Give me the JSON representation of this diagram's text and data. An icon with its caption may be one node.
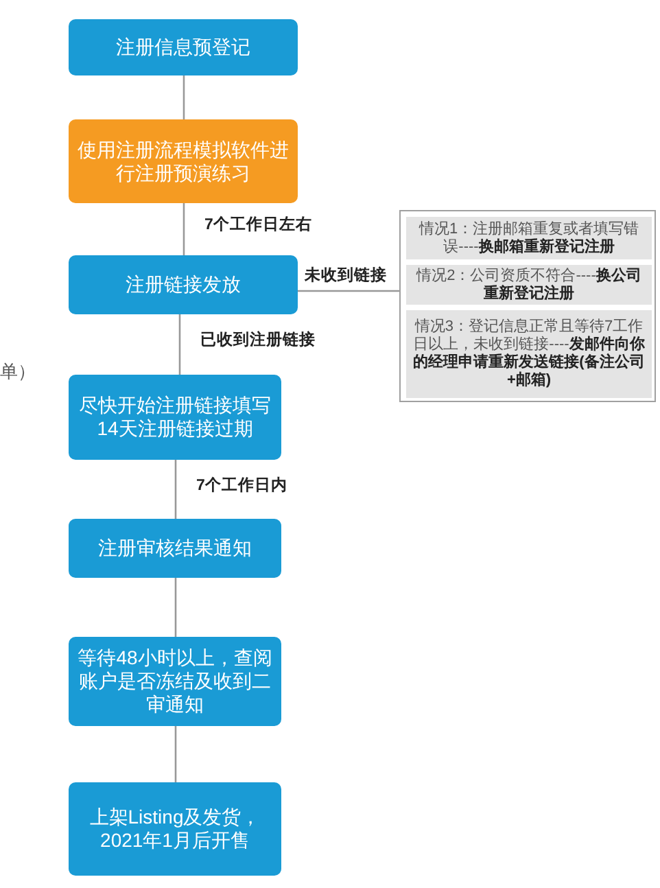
{
  "diagram": {
    "nodes": [
      {
        "text": [
          "注册信息预登记"
        ]
      },
      {
        "text": [
          "使用注册流程模拟软件进行注册预演练习"
        ]
      },
      {
        "text": [
          "注册链接发放"
        ]
      },
      {
        "text": [],
        "shape": "box"
      },
      {
        "text": [
          "情况1：注册邮箱重复或者填写错误----**换邮箱重新登记注册**"
        ],
        "in": 3
      },
      {
        "text": [
          "情况2：公司资质不符合----**换公司重新登记注册**"
        ],
        "in": 3
      },
      {
        "text": [
          "情况3：登记信息正常且等待7工作日以上，未收到链接----**发邮件向你的经理申请重新发送链接(备注公司+邮箱)**"
        ],
        "in": 3
      },
      {
        "text": [
          "尽快开始注册链接填写14天注册链接过期"
        ]
      },
      {
        "text": [
          "注册审核结果通知"
        ]
      },
      {
        "text": [
          "等待48小时以上，查阅账户是否冻结及收到二审通知"
        ]
      },
      {
        "text": [
          "上架Listing及发货，2021年1月后开售"
        ]
      }
    ],
    "edges": [
      {
        "from": 0,
        "to": 1,
        "arrow": "none"
      },
      {
        "from": 1,
        "to": 2,
        "arrow": "none",
        "label": "7个工作日左右"
      },
      {
        "from": 2,
        "to": 3,
        "arrow": "none",
        "label": "未收到链接"
      },
      {
        "from": 2,
        "to": 7,
        "arrow": "none",
        "label": "已收到注册链接"
      },
      {
        "from": 7,
        "to": 8,
        "arrow": "none",
        "label": "7个工作日内"
      },
      {
        "from": 8,
        "to": 9,
        "arrow": "none"
      },
      {
        "from": 9,
        "to": 10,
        "arrow": "none"
      }
    ],
    "labels": [
      "单）"
    ]
  }
}
